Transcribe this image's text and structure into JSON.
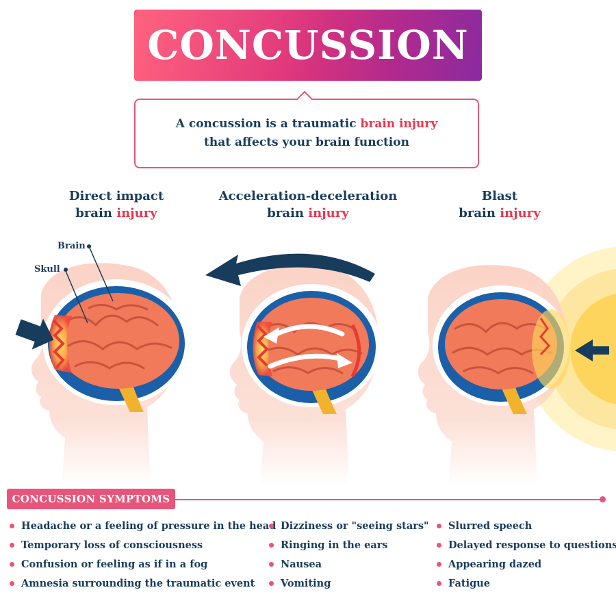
{
  "banner": {
    "title": "CONCUSSION"
  },
  "definition": {
    "part1": "A concussion is a traumatic ",
    "highlight": "brain injury",
    "part2": "that affects your brain function"
  },
  "injury_types": [
    {
      "line1": "Direct impact",
      "line2a": "brain ",
      "line2b": "injury"
    },
    {
      "line1": "Acceleration-deceleration",
      "line2a": "brain ",
      "line2b": "injury"
    },
    {
      "line1": "Blast",
      "line2a": "brain ",
      "line2b": "injury"
    }
  ],
  "labels": {
    "brain": "Brain",
    "skull": "Skull"
  },
  "symptoms": {
    "heading": "CONCUSSION SYMPTOMS",
    "col1": [
      "Headache or a feeling of pressure in the head",
      "Temporary loss of consciousness",
      "Confusion or feeling as if in a fog",
      "Amnesia surrounding the traumatic event"
    ],
    "col2": [
      "Dizziness or \"seeing stars\"",
      "Ringing in the ears",
      "Nausea",
      "Vomiting"
    ],
    "col3": [
      "Slurred speech",
      "Delayed response to questions",
      "Appearing dazed",
      "Fatigue"
    ]
  },
  "colors": {
    "accent": "#e8557a",
    "navy": "#173c5c",
    "brain": "#f07a5a",
    "skin": "#fbd3c6",
    "skull_blue": "#1b5fa8"
  }
}
